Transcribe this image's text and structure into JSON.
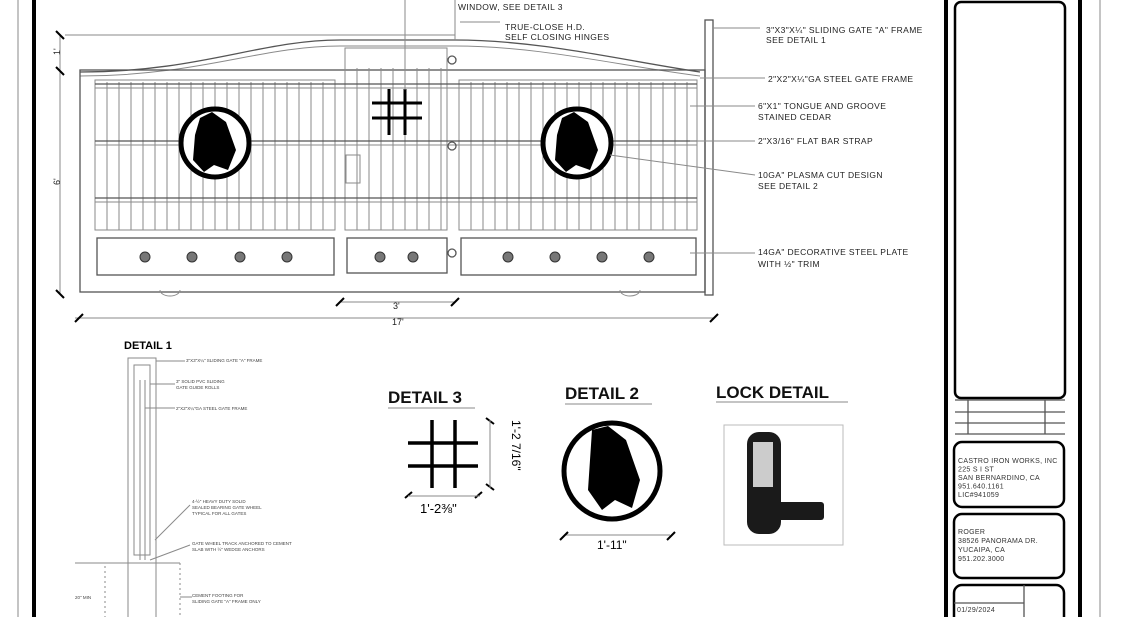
{
  "elevation": {
    "callouts": {
      "window": "WINDOW, SEE DETAIL 3",
      "hinges_1": "TRUE-CLOSE H.D.",
      "hinges_2": "SELF CLOSING HINGES",
      "a_frame_1": "3\"X3\"X¼\" SLIDING GATE \"A\" FRAME",
      "a_frame_2": "SEE DETAIL 1",
      "gate_frame": "2\"X2\"X¼\"GA STEEL GATE FRAME",
      "cedar_1": "6\"X1\" TONGUE AND GROOVE",
      "cedar_2": "STAINED CEDAR",
      "strap": "2\"X3/16\" FLAT BAR STRAP",
      "plasma_1": "10GA\" PLASMA CUT DESIGN",
      "plasma_2": "SEE DETAIL 2",
      "plate_1": "14GA\" DECORATIVE STEEL PLATE",
      "plate_2": "WITH ½\" TRIM"
    },
    "dims": {
      "height_top": "1'",
      "height": "6'",
      "walk_gate": "3'",
      "total_width": "17'"
    }
  },
  "detail1": {
    "title": "DETAIL 1",
    "notes": [
      "3\"X3\"X¼\" SLIDING GATE \"A\" FRAME",
      "3\" SOLID PVC SLIDING",
      "GATE GUIDE ROLLS",
      "2\"X2\"X¼\"GA STEEL GATE FRAME",
      "4-½\" HEAVY DUTY SOLID",
      "SEALED BEARING GATE WHEEL",
      "TYPICAL FOR ALL GATES",
      "GATE WHEEL TRACK ANCHORED TO CEMENT",
      "SLAB WITH ½\" WEDGE ANCHORS",
      "CEMENT FOOTING FOR",
      "SLIDING GATE \"A\" FRAME ONLY"
    ],
    "depth": "20\" MIN"
  },
  "detail3": {
    "title": "DETAIL 3",
    "width": "1'-2⅜\"",
    "height": "1'-2 7/16\""
  },
  "detail2": {
    "title": "DETAIL 2",
    "width": "1'-11\""
  },
  "lock_detail": {
    "title": "LOCK DETAIL"
  },
  "title_block": {
    "contractor": [
      "CASTRO IRON WORKS, INC",
      "225 S I ST",
      "SAN BERNARDINO, CA",
      "951.640.1161",
      "LIC#941059"
    ],
    "client": [
      "ROGER",
      "38526 PANORAMA DR.",
      "YUCAIPA, CA",
      "951.202.3000"
    ],
    "date": "01/29/2024"
  }
}
